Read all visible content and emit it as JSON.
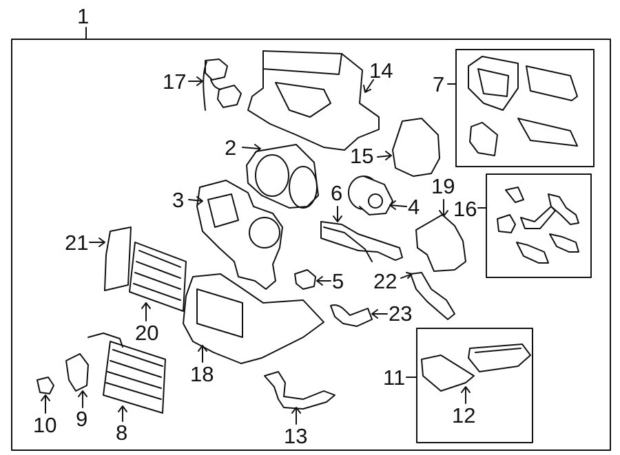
{
  "diagram": {
    "callouts": {
      "c1": "1",
      "c2": "2",
      "c3": "3",
      "c4": "4",
      "c5": "5",
      "c6": "6",
      "c7": "7",
      "c8": "8",
      "c9": "9",
      "c10": "10",
      "c11": "11",
      "c12": "12",
      "c13": "13",
      "c14": "14",
      "c15": "15",
      "c16": "16",
      "c17": "17",
      "c18": "18",
      "c19": "19",
      "c20": "20",
      "c21": "21",
      "c22": "22",
      "c23": "23"
    },
    "colors": {
      "line": "#111111",
      "fill": "#ffffff",
      "shade": "#d9d9d9"
    }
  }
}
